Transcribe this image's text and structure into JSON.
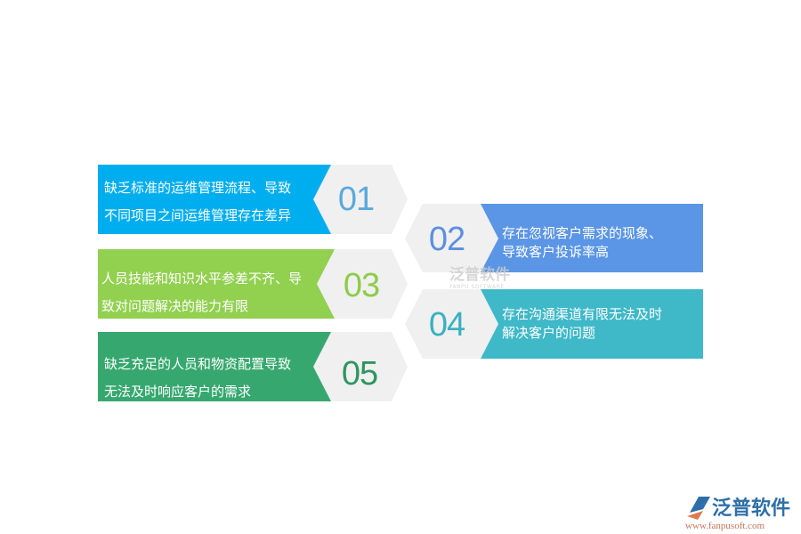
{
  "items": [
    {
      "number": "01",
      "text_line1": "缺乏标准的运维管理流程、导致",
      "text_line2": "不同项目之间运维管理存在差异",
      "color": "#00aeef"
    },
    {
      "number": "02",
      "text_line1": "存在忽视客户需求的现象、",
      "text_line2": "导致客户投诉率高",
      "color": "#5b95e5"
    },
    {
      "number": "03",
      "text_line1": "人员技能和知识水平参差不齐、导",
      "text_line2": "致对问题解决的能力有限",
      "color": "#92d050"
    },
    {
      "number": "04",
      "text_line1": "存在沟通渠道有限无法及时",
      "text_line2": "解决客户的问题",
      "color": "#3fb8c8"
    },
    {
      "number": "05",
      "text_line1": "缺乏充足的人员和物资配置导致",
      "text_line2": "无法及时响应客户的需求",
      "color": "#36a86f"
    }
  ],
  "watermark": {
    "name": "泛普软件",
    "sub": "FANPU SOFTWARE"
  },
  "logo": {
    "name": "泛普软件",
    "url": "www.fanpusoft.com"
  }
}
